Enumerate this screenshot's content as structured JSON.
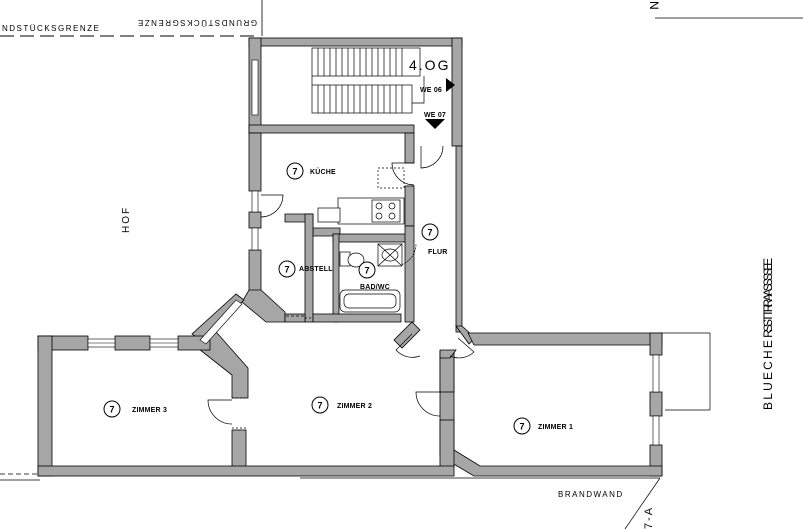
{
  "labels": {
    "property_line_left": "NDSTÜCKSGRENZE",
    "property_line_mirrored": "GRUNDSTÜCKSGRENZE",
    "top_right_mark": "N",
    "floor": "4.OG",
    "unit_06": "WE 06",
    "unit_07": "WE 07",
    "courtyard": "HOF",
    "street": "BLUECHERSTRASSE",
    "street_overlap": "STRASSE",
    "firewall": "BRANDWAND",
    "bottom_right_mark": "7-A"
  },
  "apartment_number": "7",
  "rooms": [
    {
      "id": "kueche",
      "label": "KÜCHE"
    },
    {
      "id": "abstell",
      "label": "ABSTELL"
    },
    {
      "id": "badwc",
      "label": "BAD/WC"
    },
    {
      "id": "flur",
      "label": "FLUR"
    },
    {
      "id": "zimmer3",
      "label": "ZIMMER 3"
    },
    {
      "id": "zimmer2",
      "label": "ZIMMER 2"
    },
    {
      "id": "zimmer1",
      "label": "ZIMMER 1"
    }
  ],
  "colors": {
    "wall": "#a6a6a6",
    "line": "#000000",
    "paper": "#ffffff"
  }
}
